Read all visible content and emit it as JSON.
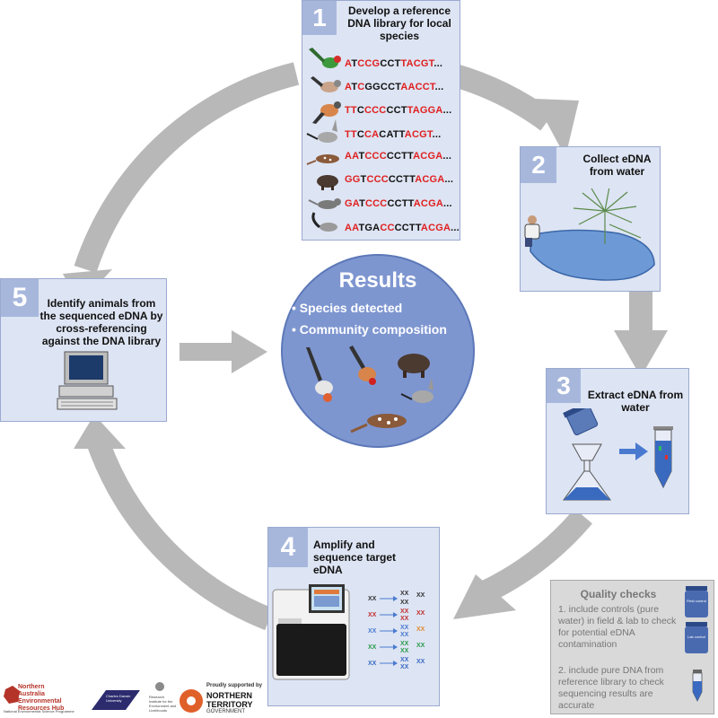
{
  "steps": [
    {
      "number": "1",
      "title": "Develop a reference DNA library for local species"
    },
    {
      "number": "2",
      "title": "Collect eDNA from water"
    },
    {
      "number": "3",
      "title": "Extract eDNA from water"
    },
    {
      "number": "4",
      "title": "Amplify and sequence target eDNA"
    },
    {
      "number": "5",
      "title": "Identify animals from the sequenced eDNA by cross-referencing against the DNA library"
    }
  ],
  "sequences": [
    [
      [
        "r",
        "A"
      ],
      [
        "k",
        "T"
      ],
      [
        "r",
        "C"
      ],
      [
        "r",
        "CG"
      ],
      [
        "k",
        "CCT"
      ],
      [
        "r",
        "TA"
      ],
      [
        "r",
        "CGT"
      ],
      [
        "k",
        "..."
      ]
    ],
    [
      [
        "r",
        "A"
      ],
      [
        "k",
        "T"
      ],
      [
        "r",
        "C"
      ],
      [
        "k",
        "GG"
      ],
      [
        "k",
        "CCT"
      ],
      [
        "r",
        "AACCT"
      ],
      [
        "k",
        "..."
      ]
    ],
    [
      [
        "r",
        "TT"
      ],
      [
        "k",
        "C"
      ],
      [
        "r",
        "CCC"
      ],
      [
        "k",
        "CCT"
      ],
      [
        "r",
        "TAGGA"
      ],
      [
        "k",
        "..."
      ]
    ],
    [
      [
        "r",
        "TT"
      ],
      [
        "k",
        "C"
      ],
      [
        "r",
        "CA"
      ],
      [
        "k",
        "CATT"
      ],
      [
        "r",
        "AC"
      ],
      [
        "r",
        "GT"
      ],
      [
        "k",
        "..."
      ]
    ],
    [
      [
        "r",
        "AA"
      ],
      [
        "k",
        "T"
      ],
      [
        "r",
        "CCC"
      ],
      [
        "k",
        "CCTT"
      ],
      [
        "r",
        "AC"
      ],
      [
        "r",
        "GA"
      ],
      [
        "k",
        "..."
      ]
    ],
    [
      [
        "r",
        "GG"
      ],
      [
        "k",
        "T"
      ],
      [
        "r",
        "CCC"
      ],
      [
        "k",
        "CCTT"
      ],
      [
        "r",
        "AC"
      ],
      [
        "r",
        "GA"
      ],
      [
        "k",
        "..."
      ]
    ],
    [
      [
        "r",
        "GA"
      ],
      [
        "k",
        "T"
      ],
      [
        "r",
        "CCC"
      ],
      [
        "k",
        "CCTT"
      ],
      [
        "r",
        "AC"
      ],
      [
        "r",
        "GA"
      ],
      [
        "k",
        "..."
      ]
    ],
    [
      [
        "r",
        "AA"
      ],
      [
        "k",
        "TGA"
      ],
      [
        "r",
        "CC"
      ],
      [
        "k",
        "CCTT"
      ],
      [
        "r",
        "AC"
      ],
      [
        "r",
        "GA"
      ],
      [
        "k",
        "..."
      ]
    ]
  ],
  "results": {
    "title": "Results",
    "items": [
      "• Species detected",
      "• Community composition"
    ]
  },
  "quality_checks": {
    "title": "Quality checks",
    "items": [
      "1. include controls (pure water) in field & lab to check for potential eDNA contamination",
      "2. include pure DNA from reference library to check sequencing results are accurate"
    ],
    "vial_labels": [
      "Field control",
      "Lab control"
    ]
  },
  "logos": {
    "nesp": "Northern Australia Environmental Resources Hub",
    "nesp_sub": "National Environmental Science Programme",
    "cdu": "Charles Darwin University",
    "rirl": "Research Institute for the Environment and Livelihoods",
    "nt_supported": "Proudly supported by",
    "nt_name": "NORTHERN TERRITORY",
    "nt_gov": "GOVERNMENT"
  },
  "colors": {
    "panel_fill": "#dde4f3",
    "number_fill": "#a7b7dc",
    "results_fill": "#7e96d0",
    "arrow_gray": "#b8b8b8",
    "sequence_red": "#e02020"
  }
}
